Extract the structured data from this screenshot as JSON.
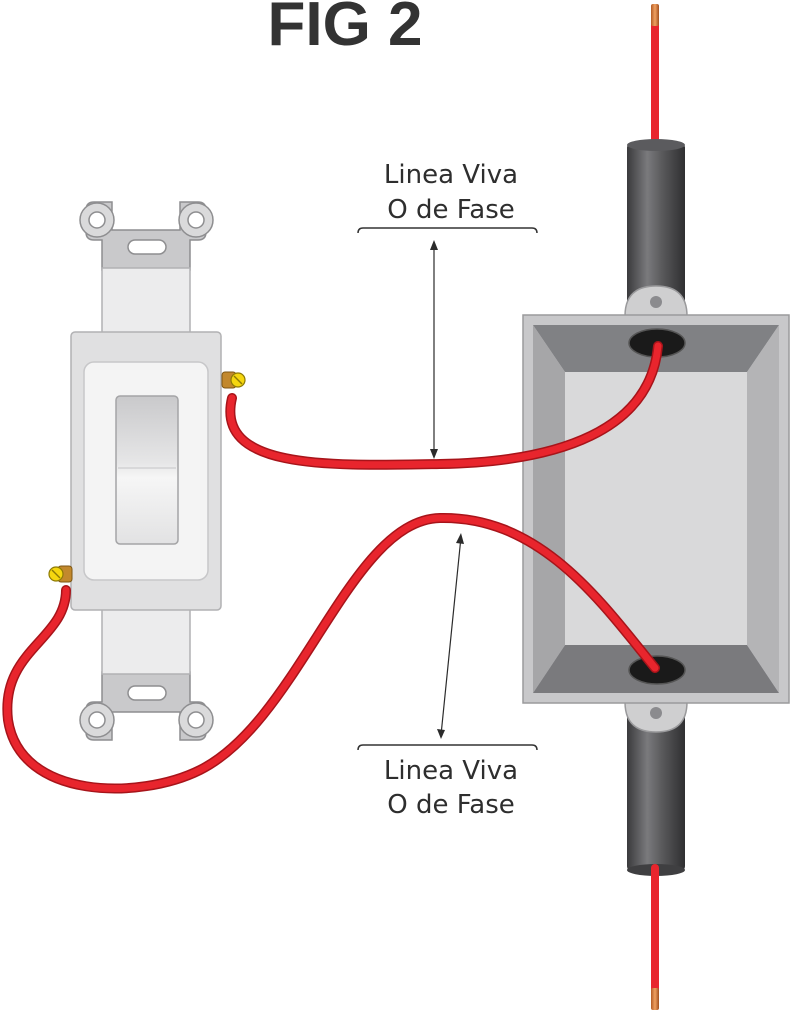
{
  "figure": {
    "title": "FIG 2"
  },
  "labels": {
    "top": {
      "line1": "Linea Viva",
      "line2": "O de Fase"
    },
    "bottom": {
      "line1": "Linea Viva",
      "line2": "O de Fase"
    }
  },
  "colors": {
    "wire": "#e8252d",
    "wire_shadow": "#a7141a",
    "conduit": "#4d4d4f",
    "box_face": "#d9d9da",
    "box_bevel": "#808184",
    "switch_body": "#ececed",
    "screw_terminal": "#f5d60f"
  },
  "icons": {
    "switch": "toggle-switch-icon",
    "terminal": "screw-terminal-icon",
    "box": "junction-box-icon",
    "conduit": "conduit-pipe-icon"
  }
}
